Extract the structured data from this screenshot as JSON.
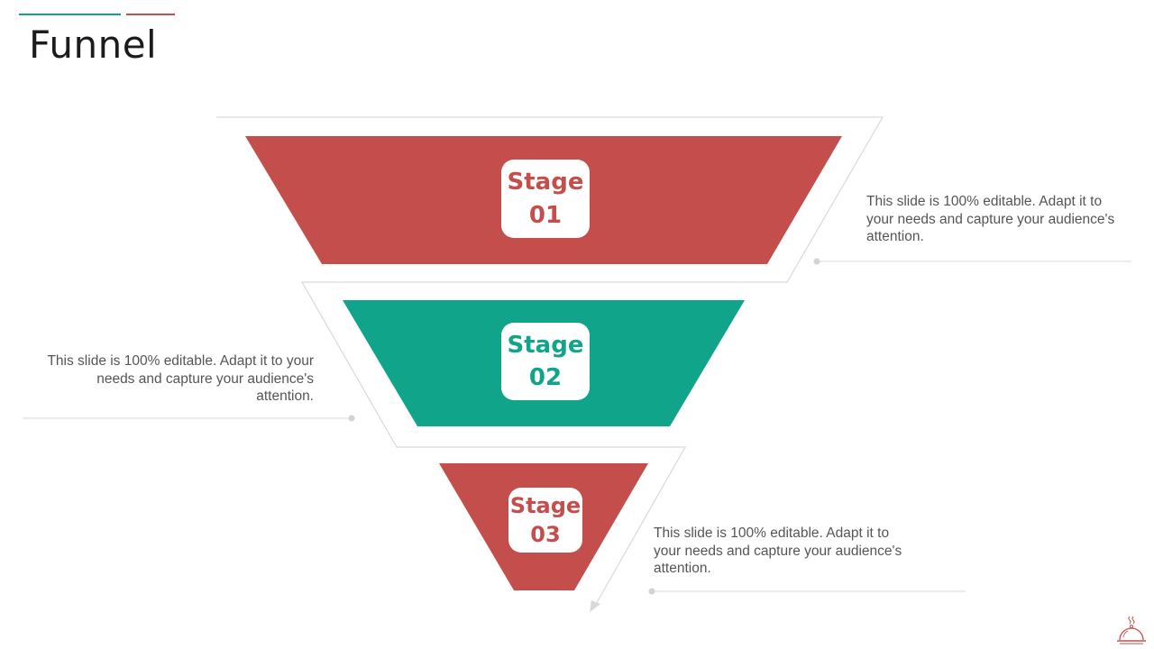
{
  "slide": {
    "title": "Funnel"
  },
  "colors": {
    "accent_teal": "#139e8f",
    "accent_red": "#c0504d",
    "stage_red": "#c44e4b",
    "stage_teal": "#10a58b",
    "outline_gray": "#d9d9d9",
    "text_gray": "#555555"
  },
  "stages": [
    {
      "word": "Stage",
      "number": "01",
      "color": "#c44e4b",
      "description": "This slide is 100% editable. Adapt it to your needs and capture your audience's attention."
    },
    {
      "word": "Stage",
      "number": "02",
      "color": "#10a58b",
      "description": "This slide is 100% editable. Adapt it to your needs and capture your audience's attention."
    },
    {
      "word": "Stage",
      "number": "03",
      "color": "#c44e4b",
      "description": "This slide is 100% editable. Adapt it to your needs and capture your audience's attention."
    }
  ],
  "icons": {
    "footer": "food-cloche-icon"
  }
}
